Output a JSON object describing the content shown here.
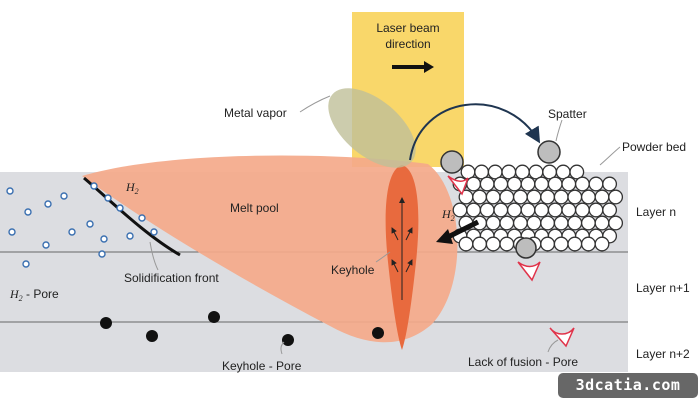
{
  "labels": {
    "laser_line1": "Laser beam",
    "laser_line2": "direction",
    "metal_vapor": "Metal vapor",
    "spatter": "Spatter",
    "powder_bed": "Powder bed",
    "melt_pool": "Melt pool",
    "h2_symbol": "H",
    "h2_sub": "2",
    "h2_pore_prefix": "H",
    "h2_pore_sub": "2",
    "h2_pore_suffix": " - Pore",
    "solidification_front": "Solidification front",
    "keyhole": "Keyhole",
    "keyhole_pore": "Keyhole - Pore",
    "lack_of_fusion_pore": "Lack of fusion - Pore",
    "layer_n": "Layer n",
    "layer_n1": "Layer n+1",
    "layer_n2": "Layer n+2"
  },
  "watermark": "3dcatia.com",
  "colors": {
    "laser": "#f9d76a",
    "melt_pool": "#f4a98a",
    "keyhole": "#e86a3e",
    "vapor": "#c9c9a0",
    "layers": "#dcdde1",
    "pore_blue": "#3a6fb0",
    "powder": "#ffffff",
    "powder_outline": "#333333",
    "lack_of_fusion": "#e0334a"
  }
}
